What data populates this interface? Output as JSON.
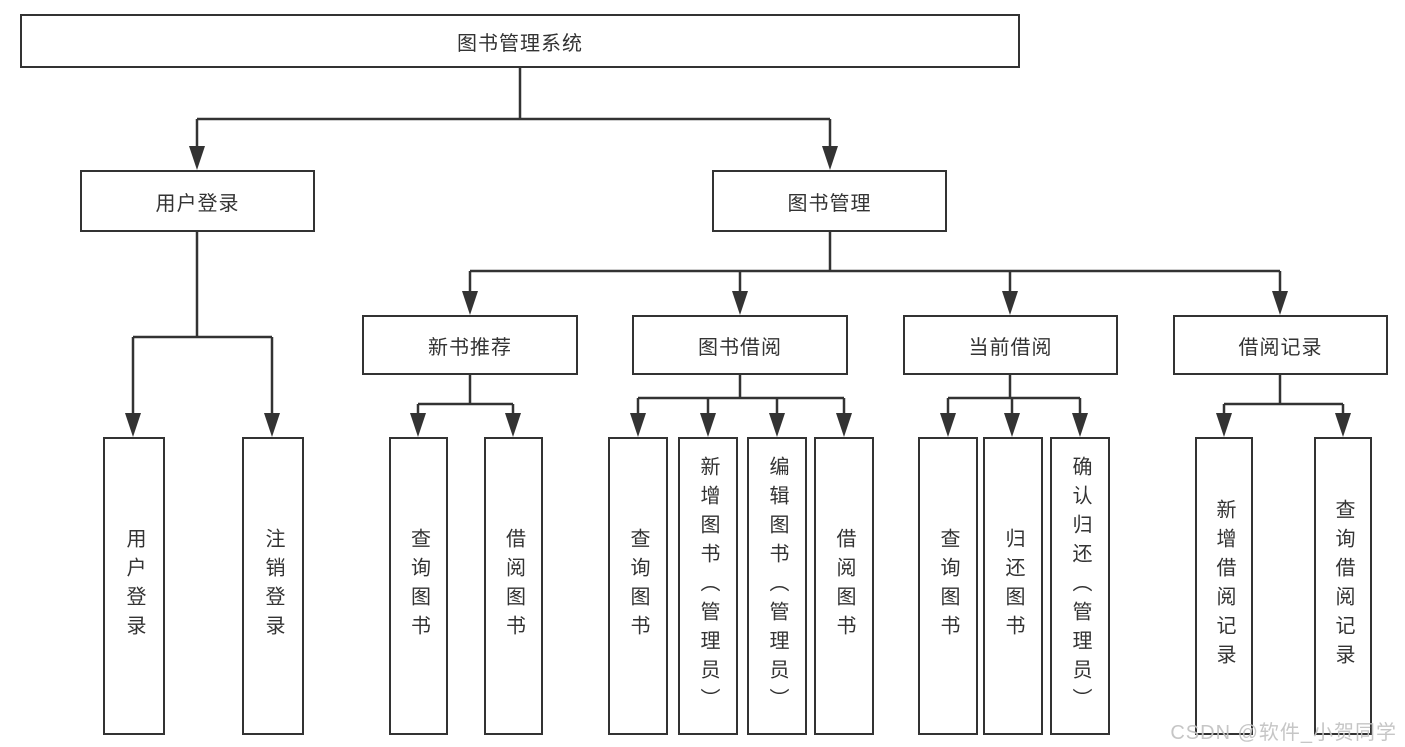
{
  "tree": {
    "root": {
      "label": "图书管理系统",
      "children": [
        {
          "label": "用户登录",
          "children": [
            {
              "label": "用户登录"
            },
            {
              "label": "注销登录"
            }
          ]
        },
        {
          "label": "图书管理",
          "children": [
            {
              "label": "新书推荐",
              "children": [
                {
                  "label": "查询图书"
                },
                {
                  "label": "借阅图书"
                }
              ]
            },
            {
              "label": "图书借阅",
              "children": [
                {
                  "label": "查询图书"
                },
                {
                  "label": "新增图书（管理员）"
                },
                {
                  "label": "编辑图书（管理员）"
                },
                {
                  "label": "借阅图书"
                }
              ]
            },
            {
              "label": "当前借阅",
              "children": [
                {
                  "label": "查询图书"
                },
                {
                  "label": "归还图书"
                },
                {
                  "label": "确认归还（管理员）"
                }
              ]
            },
            {
              "label": "借阅记录",
              "children": [
                {
                  "label": "新增借阅记录"
                },
                {
                  "label": "查询借阅记录"
                }
              ]
            }
          ]
        }
      ]
    }
  },
  "watermark": {
    "text": "CSDN @软件_小贺同学"
  },
  "colors": {
    "line": "#333333",
    "box_border": "#333333",
    "text": "#333333",
    "watermark": "#c3c3c3",
    "background": "#ffffff"
  }
}
